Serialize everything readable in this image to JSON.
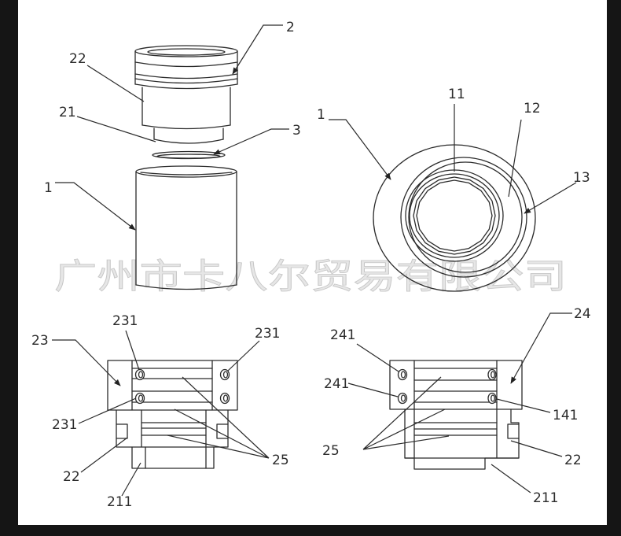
{
  "watermark": "广州市卡八尔贸易有限公司",
  "exploded_view": {
    "label_2": "2",
    "label_22": "22",
    "label_21": "21",
    "label_3": "3",
    "label_1": "1"
  },
  "end_view": {
    "label_1": "1",
    "label_11": "11",
    "label_12": "12",
    "label_13": "13"
  },
  "section_left": {
    "label_231_top": "231",
    "label_231_right": "231",
    "label_23": "23",
    "label_231_lower": "231",
    "label_22": "22",
    "label_211": "211",
    "label_25": "25"
  },
  "section_right": {
    "label_24": "24",
    "label_241_upper": "241",
    "label_241_lower": "241",
    "label_141": "141",
    "label_25": "25",
    "label_22": "22",
    "label_211": "211"
  }
}
